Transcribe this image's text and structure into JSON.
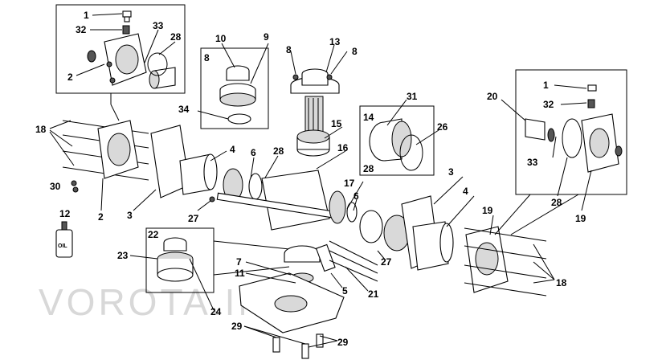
{
  "watermark": {
    "text": "VOROTA.IN.UA"
  },
  "oil_bottle": {
    "text": "OIL"
  },
  "labels": [
    {
      "id": "l1a",
      "text": "1"
    },
    {
      "id": "l32a",
      "text": "32"
    },
    {
      "id": "l33a",
      "text": "33"
    },
    {
      "id": "l28a",
      "text": "28"
    },
    {
      "id": "l2a",
      "text": "2"
    },
    {
      "id": "l10",
      "text": "10"
    },
    {
      "id": "l9",
      "text": "9"
    },
    {
      "id": "l8a",
      "text": "8"
    },
    {
      "id": "l34",
      "text": "34"
    },
    {
      "id": "l8b",
      "text": "8"
    },
    {
      "id": "l13",
      "text": "13"
    },
    {
      "id": "l8c",
      "text": "8"
    },
    {
      "id": "l18a",
      "text": "18"
    },
    {
      "id": "l30",
      "text": "30"
    },
    {
      "id": "l2b",
      "text": "2"
    },
    {
      "id": "l3a",
      "text": "3"
    },
    {
      "id": "l4a",
      "text": "4"
    },
    {
      "id": "l6a",
      "text": "6"
    },
    {
      "id": "l28b",
      "text": "28"
    },
    {
      "id": "l15",
      "text": "15"
    },
    {
      "id": "l16",
      "text": "16"
    },
    {
      "id": "l27a",
      "text": "27"
    },
    {
      "id": "l31",
      "text": "31"
    },
    {
      "id": "l14",
      "text": "14"
    },
    {
      "id": "l26",
      "text": "26"
    },
    {
      "id": "l28c",
      "text": "28"
    },
    {
      "id": "l17",
      "text": "17"
    },
    {
      "id": "l6b",
      "text": "6"
    },
    {
      "id": "l3b",
      "text": "3"
    },
    {
      "id": "l4b",
      "text": "4"
    },
    {
      "id": "l12",
      "text": "12"
    },
    {
      "id": "l22",
      "text": "22"
    },
    {
      "id": "l23",
      "text": "23"
    },
    {
      "id": "l24",
      "text": "24"
    },
    {
      "id": "l7",
      "text": "7"
    },
    {
      "id": "l11",
      "text": "11"
    },
    {
      "id": "l5",
      "text": "5"
    },
    {
      "id": "l21",
      "text": "21"
    },
    {
      "id": "l27b",
      "text": "27"
    },
    {
      "id": "l29a",
      "text": "29"
    },
    {
      "id": "l29b",
      "text": "29"
    },
    {
      "id": "l20",
      "text": "20"
    },
    {
      "id": "l1b",
      "text": "1"
    },
    {
      "id": "l32b",
      "text": "32"
    },
    {
      "id": "l33b",
      "text": "33"
    },
    {
      "id": "l28d",
      "text": "28"
    },
    {
      "id": "l19a",
      "text": "19"
    },
    {
      "id": "l19b",
      "text": "19"
    },
    {
      "id": "l18b",
      "text": "18"
    }
  ]
}
